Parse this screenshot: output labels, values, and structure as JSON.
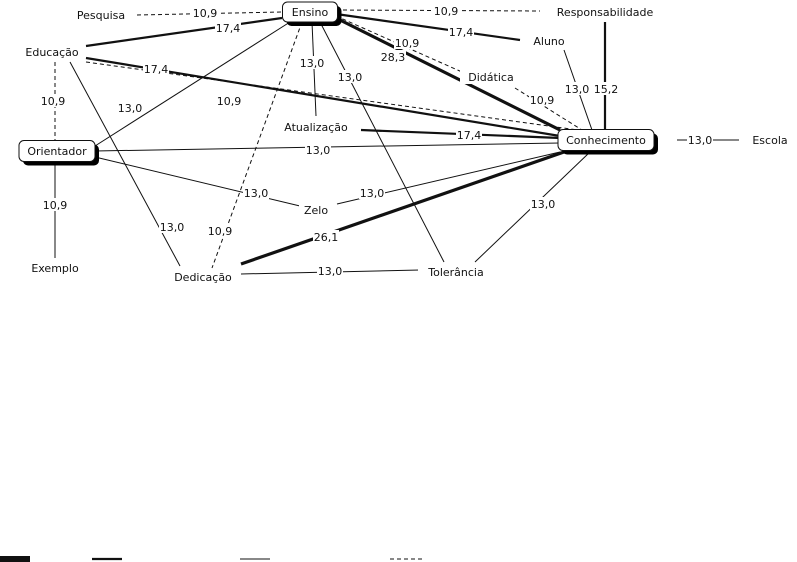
{
  "diagram": {
    "nodes": [
      {
        "id": "ensino",
        "label": "Ensino",
        "boxed": true
      },
      {
        "id": "pesquisa",
        "label": "Pesquisa",
        "boxed": false
      },
      {
        "id": "responsabilidade",
        "label": "Responsabilidade",
        "boxed": false
      },
      {
        "id": "educacao",
        "label": "Educação",
        "boxed": false
      },
      {
        "id": "aluno",
        "label": "Aluno",
        "boxed": false
      },
      {
        "id": "didatica",
        "label": "Didática",
        "boxed": false
      },
      {
        "id": "orientador",
        "label": "Orientador",
        "boxed": true
      },
      {
        "id": "atualizacao",
        "label": "Atualização",
        "boxed": false
      },
      {
        "id": "conhecimento",
        "label": "Conhecimento",
        "boxed": true
      },
      {
        "id": "escola",
        "label": "Escola",
        "boxed": false
      },
      {
        "id": "zelo",
        "label": "Zelo",
        "boxed": false
      },
      {
        "id": "exemplo",
        "label": "Exemplo",
        "boxed": false
      },
      {
        "id": "dedicacao",
        "label": "Dedicação",
        "boxed": false
      },
      {
        "id": "tolerancia",
        "label": "Tolerância",
        "boxed": false
      }
    ],
    "edges": [
      {
        "from": "pesquisa",
        "to": "ensino",
        "label": "10,9",
        "style": "dashed"
      },
      {
        "from": "ensino",
        "to": "responsabilidade",
        "label": "10,9",
        "style": "dashed"
      },
      {
        "from": "educacao",
        "to": "ensino",
        "label": "17,4",
        "style": "medium"
      },
      {
        "from": "ensino",
        "to": "aluno",
        "label": "17,4",
        "style": "medium"
      },
      {
        "from": "ensino",
        "to": "didatica",
        "label": "10,9",
        "style": "dashed"
      },
      {
        "from": "ensino",
        "to": "conhecimento",
        "label": "28,3",
        "style": "heavy"
      },
      {
        "from": "ensino",
        "to": "atualizacao",
        "label": "13,0",
        "style": "thin"
      },
      {
        "from": "ensino",
        "to": "tolerancia",
        "label": "13,0",
        "style": "thin"
      },
      {
        "from": "ensino",
        "to": "orientador",
        "label": "13,0",
        "style": "thin"
      },
      {
        "from": "ensino",
        "to": "dedicacao",
        "label": "10,9",
        "style": "dashed"
      },
      {
        "from": "educacao",
        "to": "conhecimento",
        "label": "17,4",
        "style": "medium"
      },
      {
        "from": "educacao",
        "to": "conhecimento",
        "label": "10,9",
        "style": "dashed"
      },
      {
        "from": "educacao",
        "to": "exemplo",
        "label": "10,9",
        "style": "dashed"
      },
      {
        "from": "educacao",
        "to": "dedicacao",
        "label": "13,0",
        "style": "thin"
      },
      {
        "from": "aluno",
        "to": "conhecimento",
        "label": "13,0",
        "style": "thin"
      },
      {
        "from": "responsabilidade",
        "to": "conhecimento",
        "label": "15,2",
        "style": "medium"
      },
      {
        "from": "didatica",
        "to": "conhecimento",
        "label": "10,9",
        "style": "dashed"
      },
      {
        "from": "atualizacao",
        "to": "conhecimento",
        "label": "17,4",
        "style": "medium"
      },
      {
        "from": "orientador",
        "to": "conhecimento",
        "label": "13,0",
        "style": "thin"
      },
      {
        "from": "orientador",
        "to": "zelo",
        "label": "13,0",
        "style": "thin"
      },
      {
        "from": "orientador",
        "to": "exemplo",
        "label": "10,9",
        "style": "dashed"
      },
      {
        "from": "conhecimento",
        "to": "escola",
        "label": "13,0",
        "style": "thin"
      },
      {
        "from": "zelo",
        "to": "conhecimento",
        "label": "13,0",
        "style": "thin"
      },
      {
        "from": "dedicacao",
        "to": "conhecimento",
        "label": "26,1",
        "style": "heavy"
      },
      {
        "from": "tolerancia",
        "to": "conhecimento",
        "label": "13,0",
        "style": "thin"
      },
      {
        "from": "dedicacao",
        "to": "tolerancia",
        "label": "13,0",
        "style": "thin"
      }
    ]
  },
  "legend": {
    "items": [
      {
        "style": "heavy",
        "label": ""
      },
      {
        "style": "medium",
        "label": ""
      },
      {
        "style": "thin",
        "label": ""
      },
      {
        "style": "dashed",
        "label": ""
      }
    ]
  },
  "colors": {
    "line": "#111111",
    "box_fill": "#ffffff",
    "box_shadow": "#000000"
  }
}
